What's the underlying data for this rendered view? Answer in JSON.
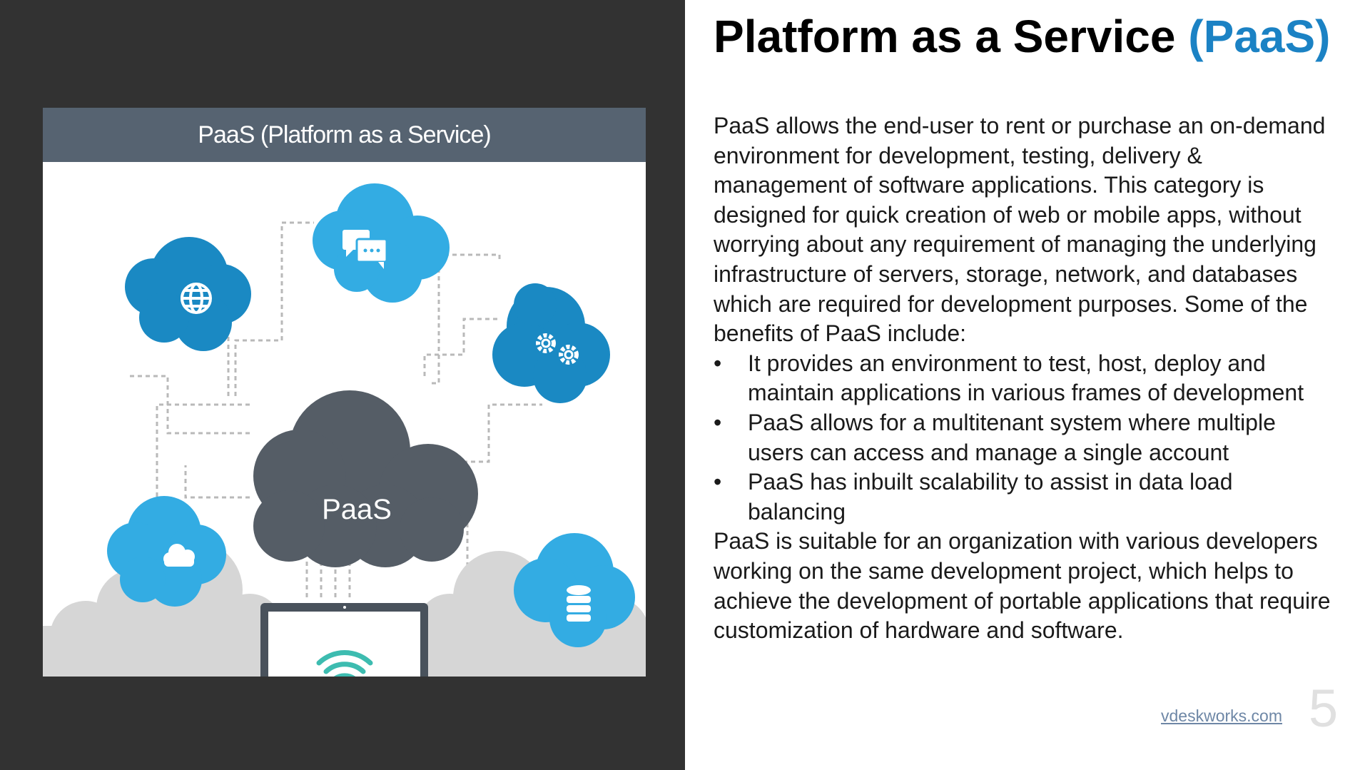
{
  "slide": {
    "title": "Platform as a Service ",
    "title_accent": "(PaaS)",
    "intro": "PaaS allows the end-user to rent or purchase an on-demand environment for development, testing, delivery & management of software applications. This category is designed for quick creation of web or mobile apps, without worrying about any requirement of managing the underlying infrastructure of servers, storage, network, and databases which are required for development purposes. Some of the benefits of PaaS include:",
    "bullets": [
      "It provides an environment to test, host, deploy and maintain applications in various frames of development",
      "PaaS allows for a multitenant system where multiple users can access and manage a single account",
      "PaaS has inbuilt scalability to assist in data load balancing"
    ],
    "bullet_symbol": "•",
    "conclusion": "PaaS is suitable for an organization with various developers working on the same development project, which helps to achieve the development of portable applications that require customization of hardware and software.",
    "footer_link": "vdeskworks.com",
    "slide_number": "5"
  },
  "illustration": {
    "header": "PaaS (Platform as a Service)",
    "center_label": "PaaS",
    "icons": [
      "globe-icon",
      "chat-bubbles-icon",
      "gears-icon",
      "cloud-icon",
      "database-icon",
      "wifi-icon",
      "laptop-icon"
    ]
  },
  "colors": {
    "left_panel": "#323232",
    "illustration_header": "#566371",
    "title_accent": "#1b82c4",
    "cloud_dark_blue": "#1a89c3",
    "cloud_light_blue": "#33ace3",
    "cloud_center": "#555d66",
    "wifi_teal": "#3dbcb0",
    "background_clouds": "#d6d6d6"
  }
}
